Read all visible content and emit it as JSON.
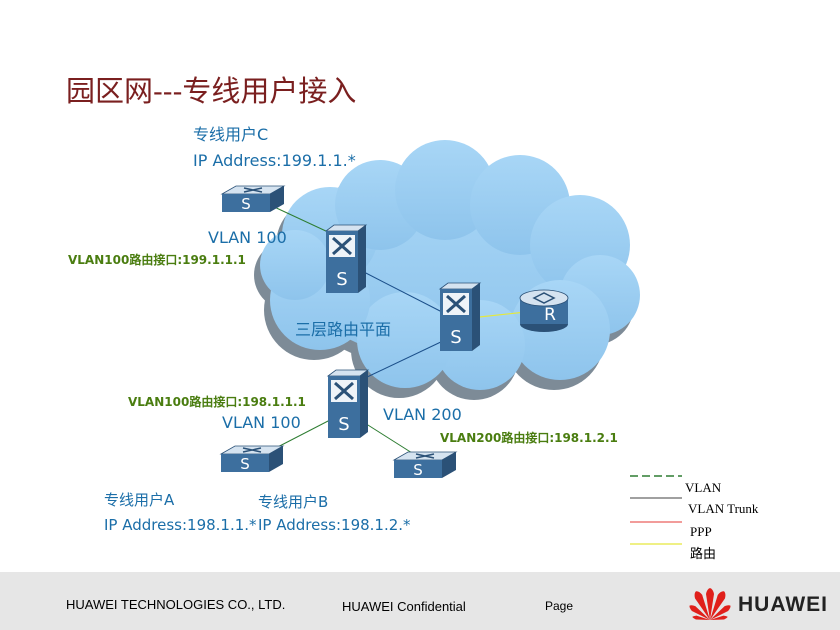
{
  "slide": {
    "title": "园区网---专线用户接入",
    "user_c": {
      "name": "专线用户C",
      "ip": "IP Address:199.1.1.*"
    },
    "user_a": {
      "name": "专线用户A",
      "ip": "IP Address:198.1.1.*"
    },
    "user_b": {
      "name": "专线用户B",
      "ip": "IP Address:198.1.2.*"
    },
    "vlan100_top": "VLAN 100",
    "vlan100_if_top": "VLAN100路由接口:199.1.1.1",
    "cloud_label": "三层路由平面",
    "vlan100_if_bottom": "VLAN100路由接口:198.1.1.1",
    "vlan100_bottom": "VLAN 100",
    "vlan200": "VLAN 200",
    "vlan200_if": "VLAN200路由接口:198.1.2.1",
    "switch_letter": "S",
    "router_letter": "R"
  },
  "legend": {
    "items": [
      {
        "label": "VLAN",
        "color": "#2e7d32",
        "style": "dashed"
      },
      {
        "label": "VLAN Trunk",
        "color": "#000000",
        "style": "solid"
      },
      {
        "label": "PPP",
        "color": "#e53935",
        "style": "solid"
      },
      {
        "label": "路由",
        "color": "#e5e83c",
        "style": "solid"
      }
    ]
  },
  "footer": {
    "company": "HUAWEI TECHNOLOGIES CO., LTD.",
    "confidential": "HUAWEI Confidential",
    "page": "Page",
    "logo": "HUAWEI"
  },
  "colors": {
    "cloud": "#9ccdf0",
    "cloud_shadow": "#7a8a99",
    "device_face": "#3d6f9e",
    "device_top": "#d5e3f0",
    "device_side": "#2b5177"
  }
}
